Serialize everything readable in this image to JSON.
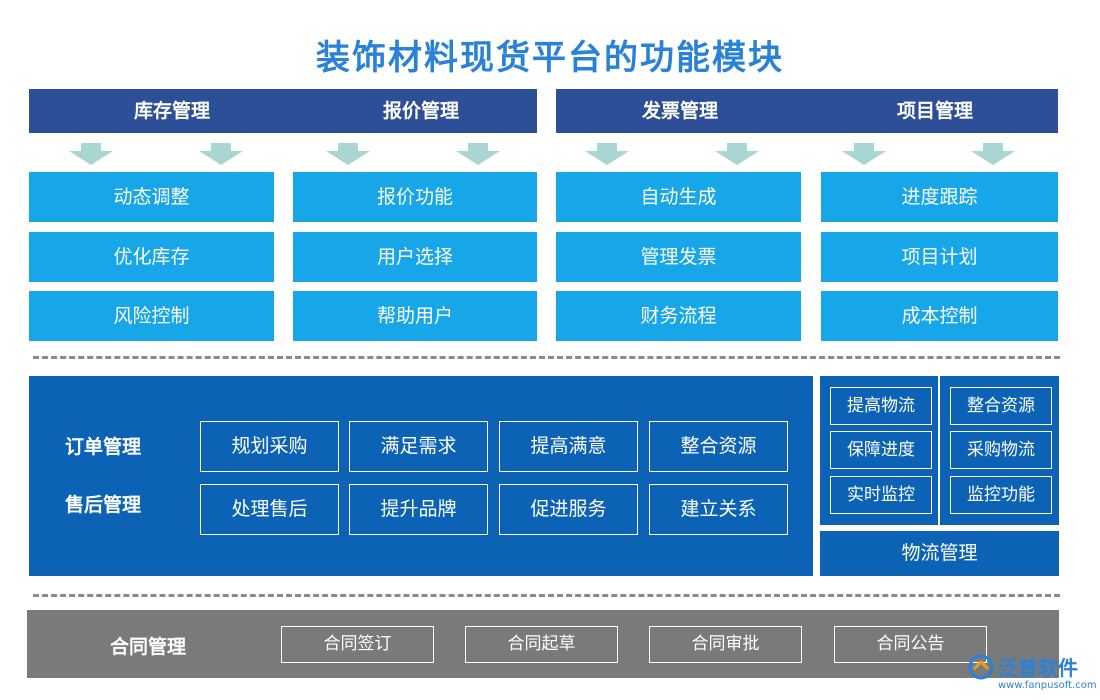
{
  "title": "装饰材料现货平台的功能模块",
  "colors": {
    "header_bg": "#2d4f98",
    "cell_bg": "#17a6e7",
    "arrow": "#a9d6d0",
    "panel_bg": "#0c63b5",
    "gray_bg": "#7a7a7a",
    "title": "#2a82d8"
  },
  "modules": [
    {
      "name": "库存管理",
      "items": [
        "动态调整",
        "优化库存",
        "风险控制"
      ]
    },
    {
      "name": "报价管理",
      "items": [
        "报价功能",
        "用户选择",
        "帮助用户"
      ]
    },
    {
      "name": "发票管理",
      "items": [
        "自动生成",
        "管理发票",
        "财务流程"
      ]
    },
    {
      "name": "项目管理",
      "items": [
        "进度跟踪",
        "项目计划",
        "成本控制"
      ]
    }
  ],
  "order_section": {
    "label_1": "订单管理",
    "label_2": "售后管理",
    "row1": [
      "规划采购",
      "满足需求",
      "提高满意",
      "整合资源"
    ],
    "row2": [
      "处理售后",
      "提升品牌",
      "促进服务",
      "建立关系"
    ]
  },
  "logistics": {
    "left": [
      "提高物流",
      "保障进度",
      "实时监控"
    ],
    "right": [
      "整合资源",
      "采购物流",
      "监控功能"
    ],
    "label": "物流管理"
  },
  "contract": {
    "label": "合同管理",
    "items": [
      "合同签订",
      "合同起草",
      "合同审批",
      "合同公告"
    ]
  },
  "logo": {
    "text": "泛普软件",
    "url": "www.fanpusoft.com",
    "icon": "fanpu-logo-icon"
  }
}
